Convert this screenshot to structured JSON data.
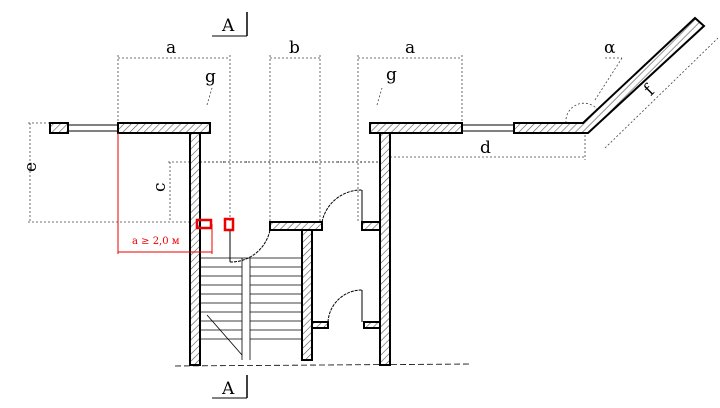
{
  "section_marks": {
    "top": "A",
    "bottom": "A"
  },
  "dimensions": {
    "a_left": "a",
    "b": "b",
    "a_right": "a",
    "g_left": "g",
    "g_right": "g",
    "alpha": "α",
    "f": "f",
    "d": "d",
    "e": "e",
    "c": "c"
  },
  "annotation": {
    "min_distance": "a ≥ 2,0 м"
  },
  "colors": {
    "highlight": "#e00000",
    "lines": "#000000"
  }
}
